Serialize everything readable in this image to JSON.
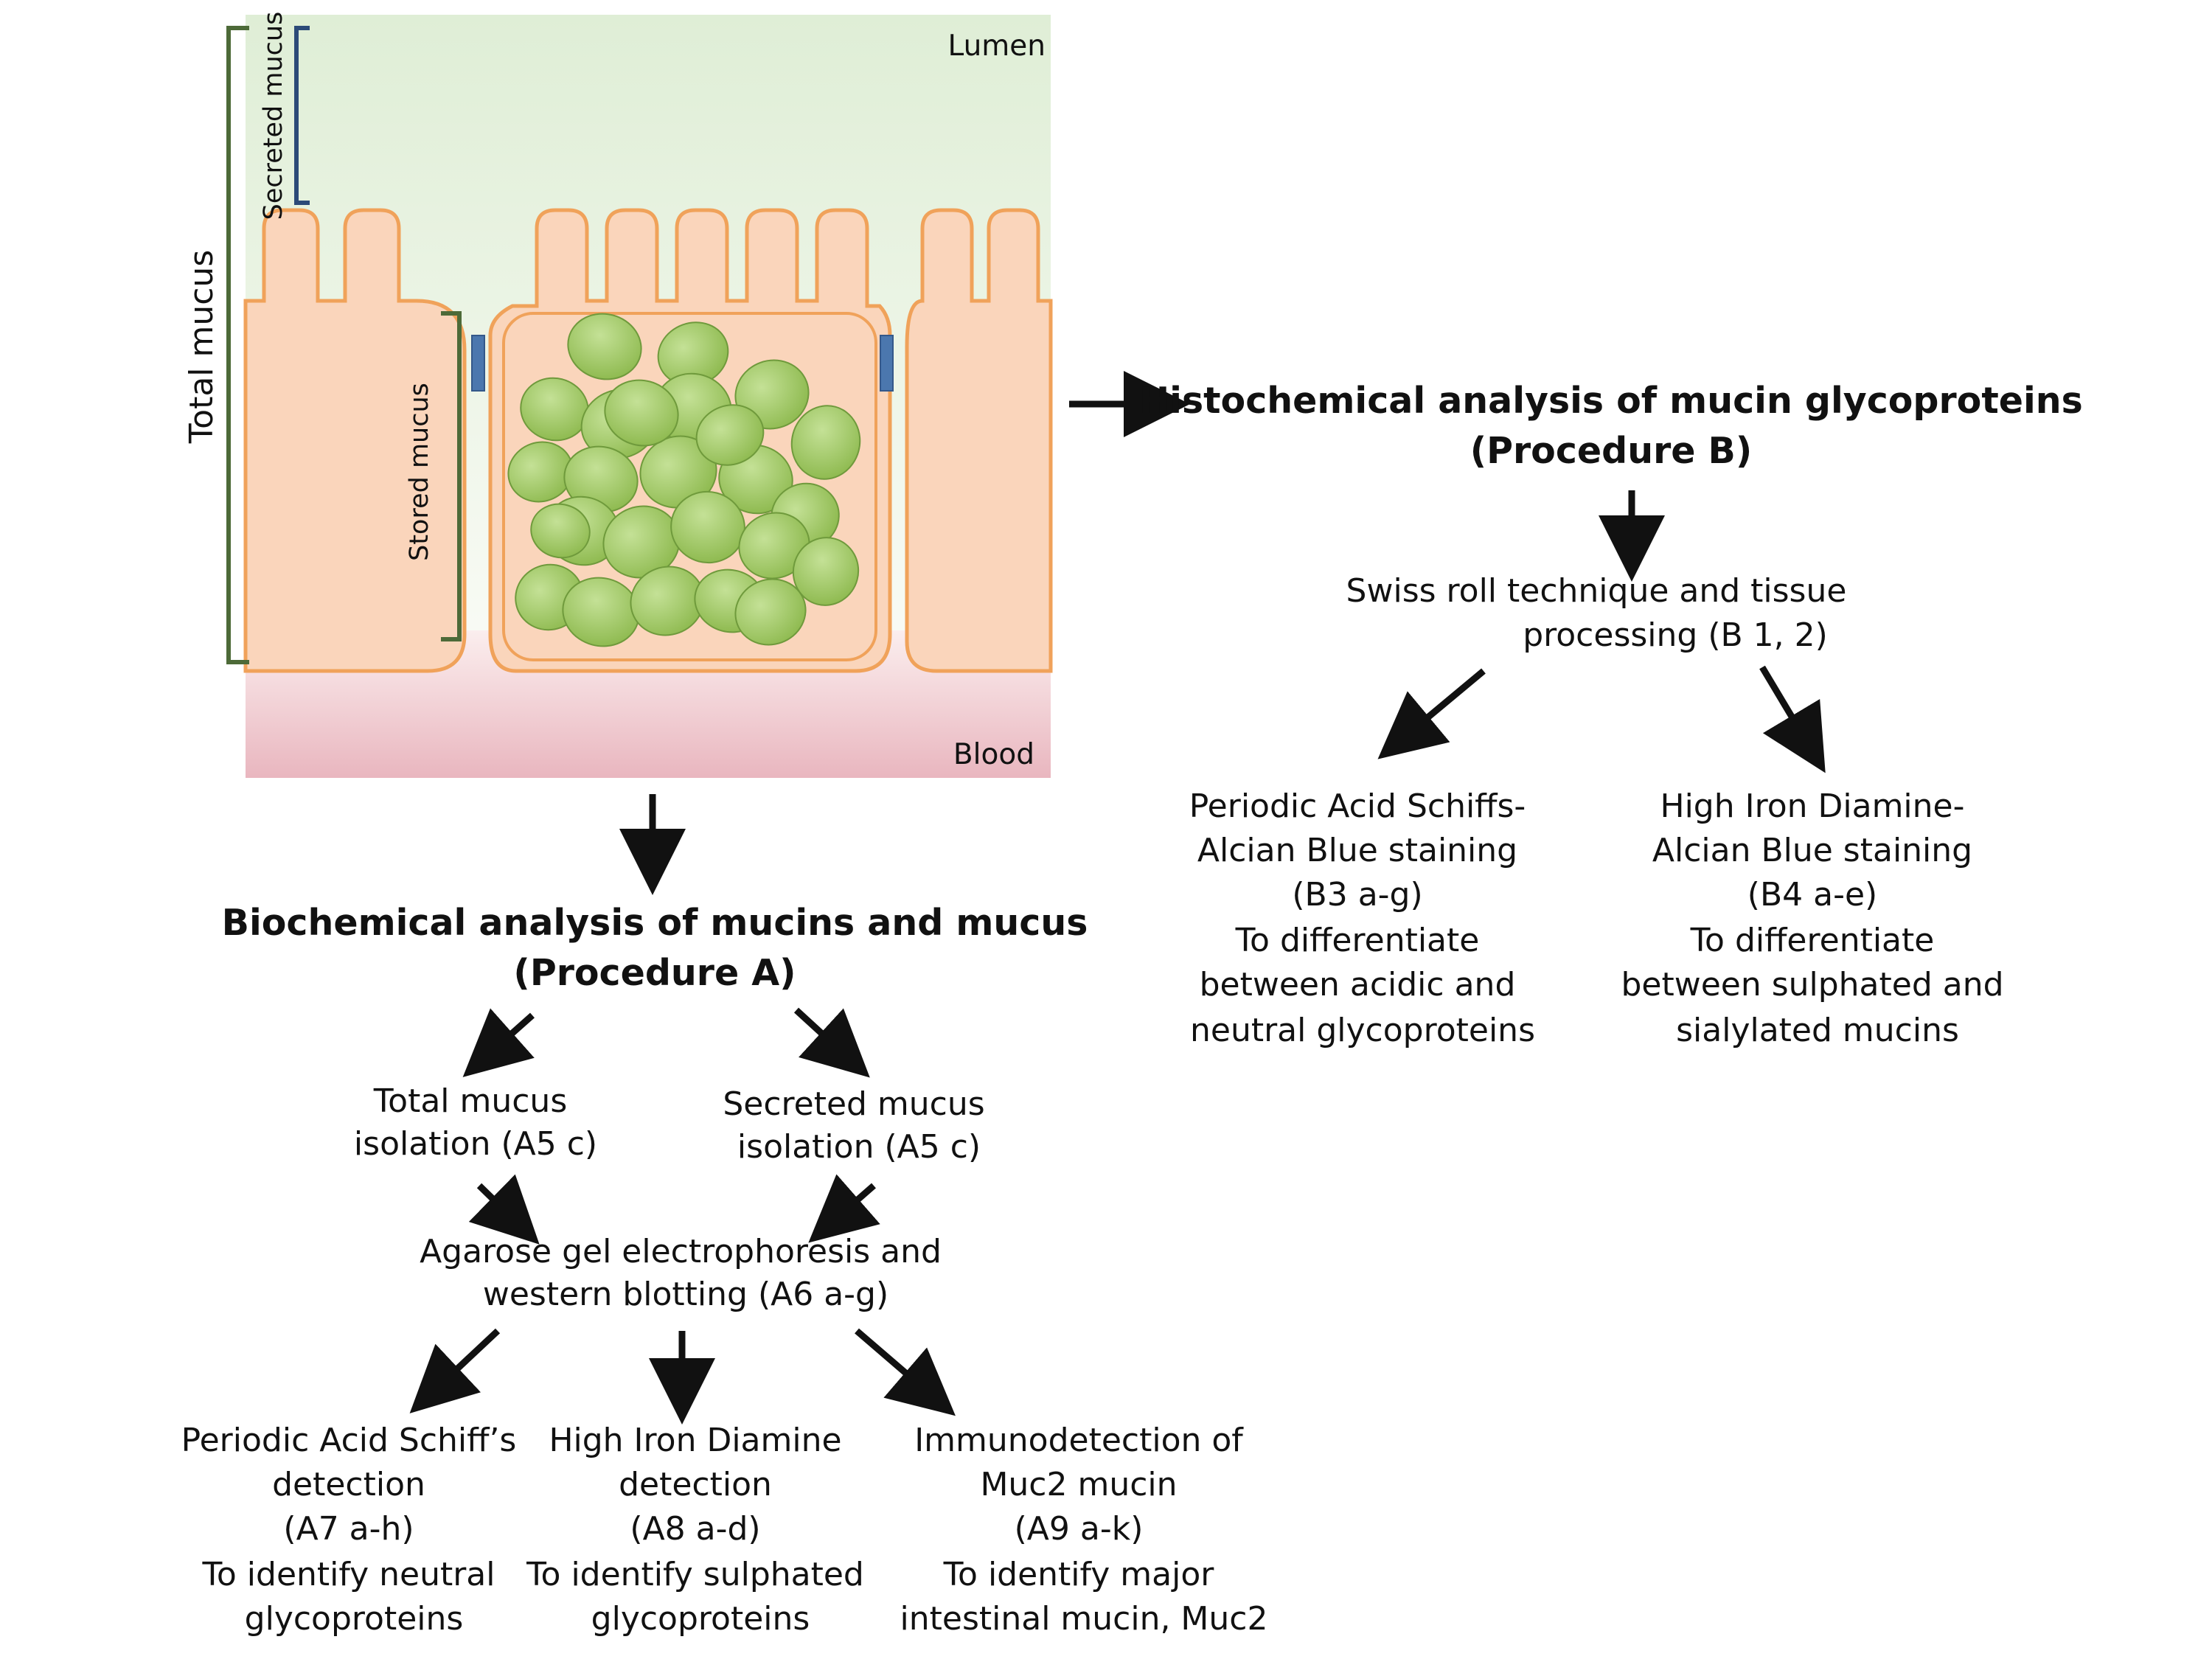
{
  "illustration": {
    "lumen_label": "Lumen",
    "blood_label": "Blood",
    "total_mucus_label": "Total mucus",
    "secreted_mucus_label": "Secreted mucus",
    "stored_mucus_label": "Stored mucus",
    "colors": {
      "lumen_gradient_top": "#dfeed6",
      "lumen_gradient_bottom": "#fbfcf8",
      "blood_gradient_top": "#fbeeee",
      "blood_gradient_bottom": "#e9b6bf",
      "cell_fill": "#fad5bb",
      "cell_outline": "#f0a25a",
      "granule_fill": "#9bc55e",
      "granule_outline": "#6f9a3c",
      "junction": "#4b77ae",
      "total_bracket": "#4d6a38",
      "secreted_bracket": "#2c4a78"
    }
  },
  "procedure_b": {
    "title_line1": "Histochemical analysis of mucin glycoproteins",
    "title_line2": "(Procedure B)",
    "step1": [
      "Swiss roll technique and tissue",
      "processing  (B 1, 2)"
    ],
    "branches": [
      {
        "lines": [
          "Periodic Acid Schiffs-",
          "Alcian Blue staining",
          "(B3 a-g)",
          "To differentiate",
          "between acidic and",
          "neutral glycoproteins"
        ]
      },
      {
        "lines": [
          "High Iron Diamine-",
          "Alcian Blue staining",
          "(B4 a-e)",
          "To differentiate",
          "between sulphated and",
          "sialylated mucins"
        ]
      }
    ]
  },
  "procedure_a": {
    "title_line1": "Biochemical analysis of mucins and mucus",
    "title_line2": "(Procedure A)",
    "isolations": [
      {
        "lines": [
          "Total mucus",
          "isolation (A5 c)"
        ]
      },
      {
        "lines": [
          "Secreted mucus",
          "isolation (A5 c)"
        ]
      }
    ],
    "merge": [
      "Agarose gel electrophoresis and",
      "western blotting (A6 a-g)"
    ],
    "branches": [
      {
        "lines": [
          "Periodic Acid Schiff’s",
          "detection",
          "(A7 a-h)",
          "To identify neutral",
          "glycoproteins"
        ]
      },
      {
        "lines": [
          "High Iron Diamine",
          "detection",
          "(A8 a-d)",
          "To identify sulphated",
          "glycoproteins"
        ]
      },
      {
        "lines": [
          "Immunodetection of",
          "Muc2 mucin",
          "(A9 a-k)",
          "To identify major",
          "intestinal mucin, Muc2"
        ]
      }
    ]
  }
}
